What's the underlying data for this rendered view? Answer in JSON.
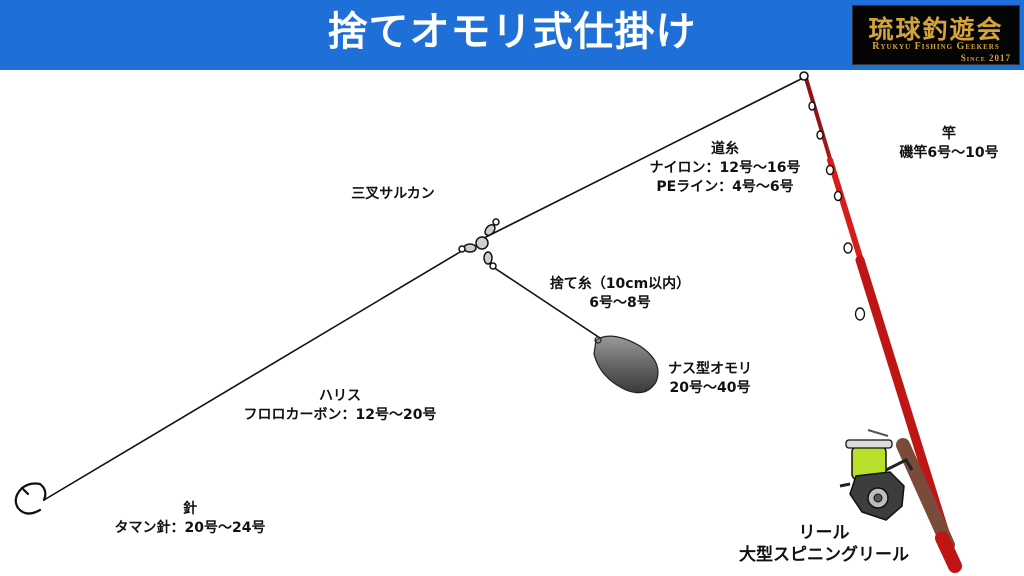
{
  "header": {
    "title": "捨てオモリ式仕掛け",
    "logo_jp": "琉球釣遊会",
    "logo_en": "Ryukyu Fishing Geekers",
    "logo_since": "Since 2017"
  },
  "labels": {
    "rod": {
      "name": "竿",
      "spec": "磯竿6号～10号"
    },
    "mainline": {
      "name": "道糸",
      "nylon": "ナイロン：12号～16号",
      "pe": "PEライン：4号～6号"
    },
    "swivel": {
      "name": "三叉サルカン"
    },
    "sinker_line": {
      "name": "捨て糸（10cm以内）",
      "spec": "6号～8号"
    },
    "sinker": {
      "name": "ナス型オモリ",
      "spec": "20号～40号"
    },
    "leader": {
      "name": "ハリス",
      "spec": "フロロカーボン：12号～20号"
    },
    "hook": {
      "name": "針",
      "spec": "タマン針：20号～24号"
    },
    "reel": {
      "name": "リール",
      "spec": "大型スピニングリール"
    }
  },
  "colors": {
    "header_bg": "#1f6fd8",
    "rod_red": "#d81c1c",
    "grip_brown": "#7a4a3a",
    "sinker_gray": "#6b6b6b",
    "spool_green": "#b8e02a",
    "logo_gold": "#d4a43a"
  }
}
